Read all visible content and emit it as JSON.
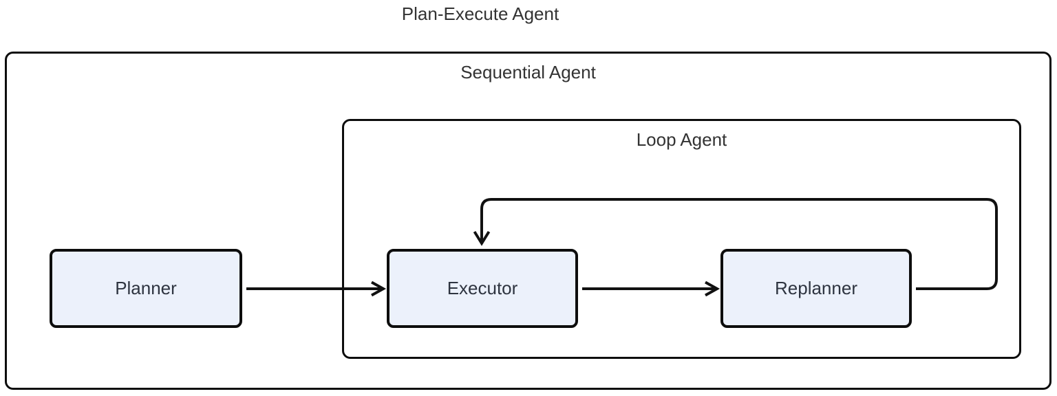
{
  "diagram": {
    "title": "Plan-Execute Agent",
    "containers": [
      {
        "id": "sequential-agent",
        "label": "Sequential Agent"
      },
      {
        "id": "loop-agent",
        "label": "Loop Agent",
        "parent": "sequential-agent"
      }
    ],
    "nodes": [
      {
        "id": "planner",
        "label": "Planner",
        "parent": "sequential-agent"
      },
      {
        "id": "executor",
        "label": "Executor",
        "parent": "loop-agent"
      },
      {
        "id": "replanner",
        "label": "Replanner",
        "parent": "loop-agent"
      }
    ],
    "edges": [
      {
        "from": "Planner",
        "to": "Executor",
        "style": "straight-arrow"
      },
      {
        "from": "Executor",
        "to": "Replanner",
        "style": "straight-arrow"
      },
      {
        "from": "Replanner",
        "to": "Executor",
        "style": "loop-back-arrow"
      }
    ],
    "colors": {
      "background": "#ffffff",
      "node_fill": "#ECF1FB",
      "node_border": "#0d0d0d",
      "container_border": "#0d0d0d",
      "edge_stroke": "#111111",
      "text": "#333333"
    }
  }
}
